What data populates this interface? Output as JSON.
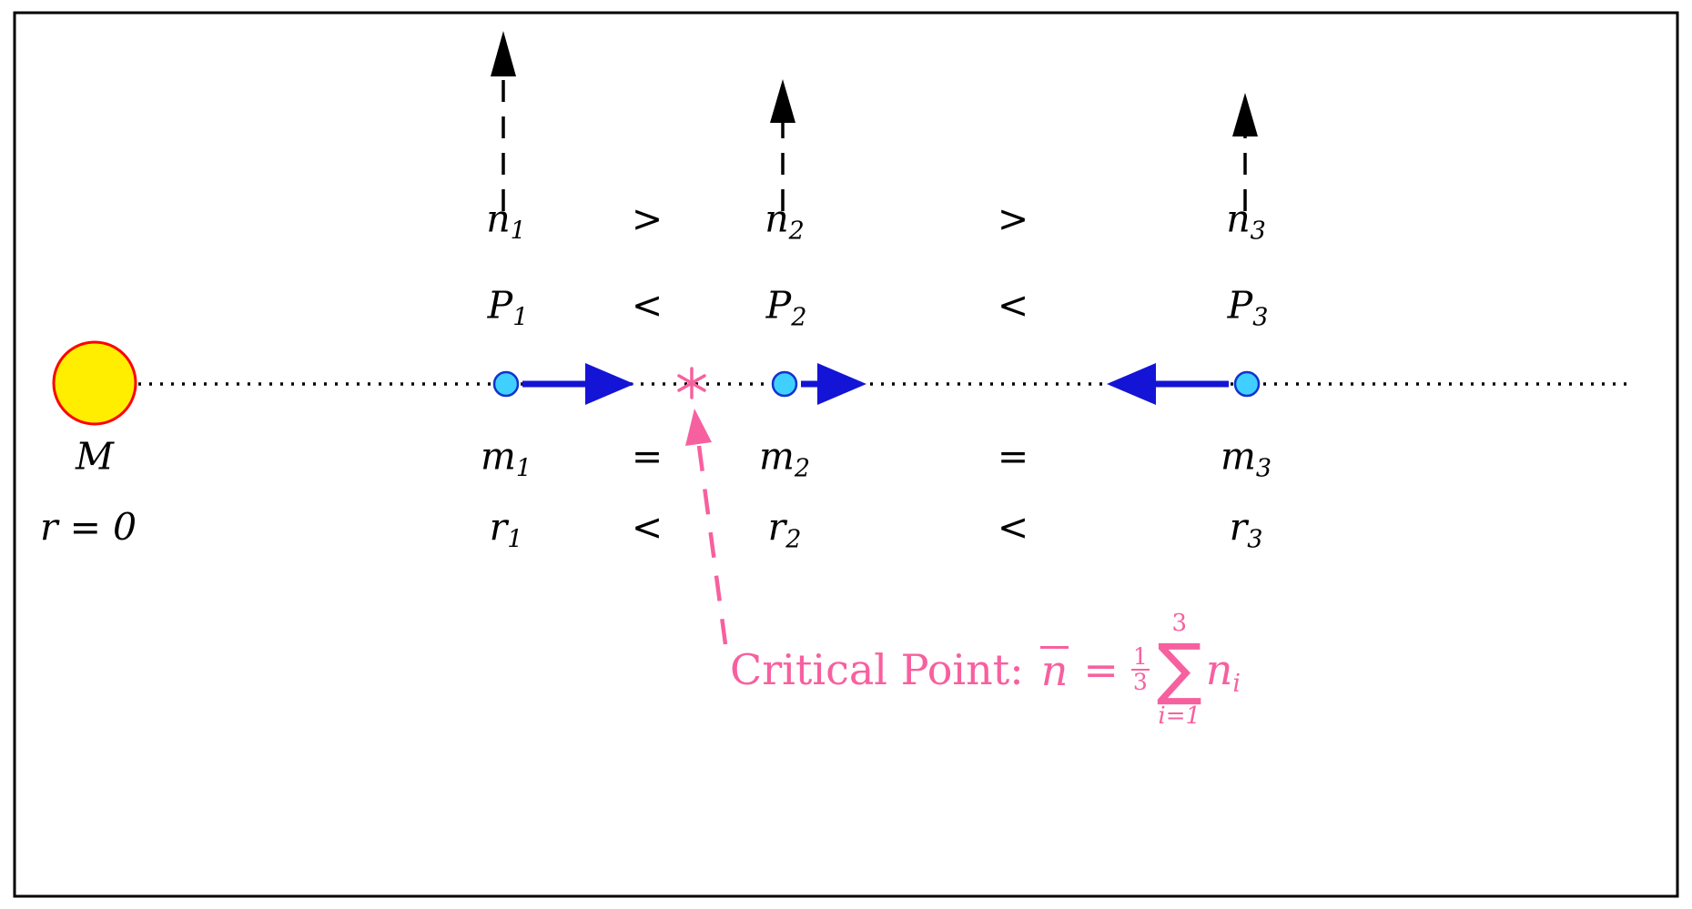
{
  "figure": {
    "title": "radial-profile-particle-diagram",
    "source": {
      "mass": "M",
      "radius": "r = 0"
    },
    "columns": [
      {
        "n": {
          "base": "n",
          "sub": "1"
        },
        "P": {
          "base": "P",
          "sub": "1"
        },
        "m": {
          "base": "m",
          "sub": "1"
        },
        "r": {
          "base": "r",
          "sub": "1"
        }
      },
      {
        "n": {
          "base": "n",
          "sub": "2"
        },
        "P": {
          "base": "P",
          "sub": "2"
        },
        "m": {
          "base": "m",
          "sub": "2"
        },
        "r": {
          "base": "r",
          "sub": "2"
        }
      },
      {
        "n": {
          "base": "n",
          "sub": "3"
        },
        "P": {
          "base": "P",
          "sub": "3"
        },
        "m": {
          "base": "m",
          "sub": "3"
        },
        "r": {
          "base": "r",
          "sub": "3"
        }
      }
    ],
    "comparisons": {
      "n": [
        ">",
        ">"
      ],
      "P": [
        "<",
        "<"
      ],
      "m": [
        "=",
        "="
      ],
      "r": [
        "<",
        "<"
      ]
    },
    "critical_point": {
      "label": "Critical Point:",
      "nbar": "n",
      "equals": "=",
      "frac_num": "1",
      "frac_den": "3",
      "sum": "∑",
      "sum_upper": "3",
      "sum_lower": "i=1",
      "term_base": "n",
      "term_sub": "i"
    },
    "colors": {
      "mass_fill": "#ffee00",
      "mass_stroke": "#ff0000",
      "particle_fill": "#40d0ff",
      "particle_stroke": "#1133cc",
      "arrow_blue": "#1414d6",
      "annotation_pink": "#f7609f",
      "line_black": "#000000"
    }
  }
}
